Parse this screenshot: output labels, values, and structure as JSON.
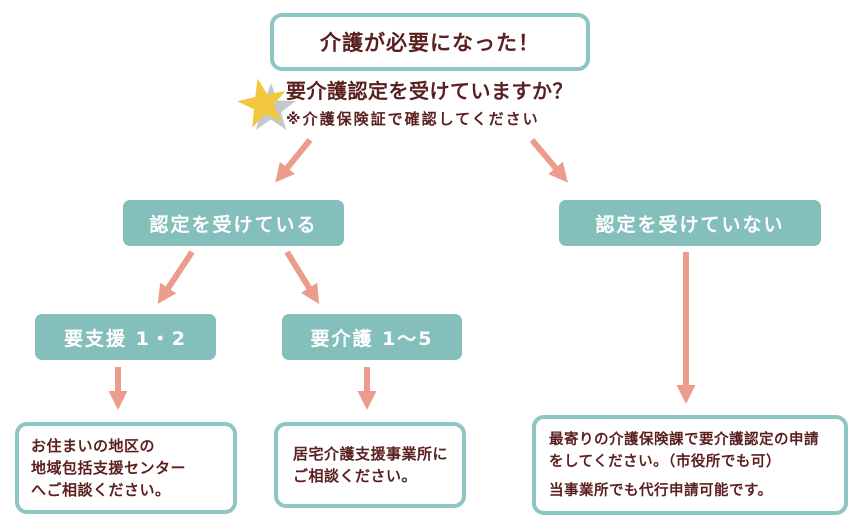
{
  "colors": {
    "teal_fill": "#85bfbc",
    "teal_border": "#8ec6c3",
    "dark_red_text": "#5a1f1f",
    "arrow_salmon": "#eb9c8d",
    "star_gold": "#f3c73d",
    "star_shadow_gray": "#c4c7cd",
    "box_text_white": "#ffffff"
  },
  "title": {
    "text": "介護が必要になった！"
  },
  "question": {
    "line1": "要介護認定を受けていますか？",
    "line2": "※介護保険証で確認してください"
  },
  "nodes": {
    "certified": "認定を受けている",
    "not_certified": "認定を受けていない",
    "support": "要支援 1・2",
    "care": "要介護 1〜5"
  },
  "outcomes": {
    "support_box": [
      "お住まいの地区の",
      "地域包括支援センター",
      "へご相談ください。"
    ],
    "care_box": [
      "居宅介護支援事業所に",
      "ご相談ください。"
    ],
    "apply_box": [
      "最寄りの介護保険課で要介護認定の申請",
      "をしてください。（市役所でも可）",
      "当事業所でも代行申請可能です。"
    ]
  },
  "icons": {
    "star": "star-icon"
  }
}
